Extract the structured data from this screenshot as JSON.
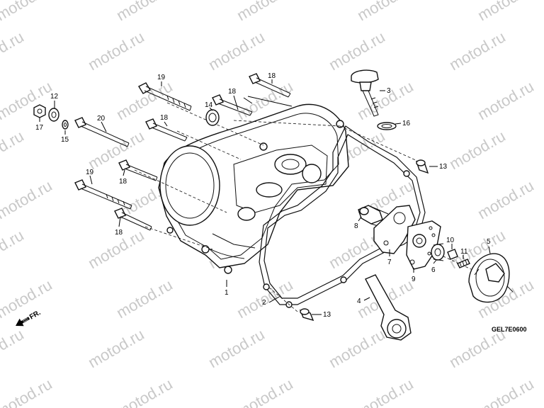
{
  "watermark": {
    "text": "motod.ru",
    "color": "#c9c9c9"
  },
  "diagram_code": "GEL7E0600",
  "front_indicator": {
    "label": "FR.",
    "icon": "front-arrow-icon"
  },
  "callouts": {
    "c1": "1",
    "c2": "2",
    "c3": "3",
    "c4": "4",
    "c5": "5",
    "c6": "6",
    "c7": "7",
    "c8": "8",
    "c9": "9",
    "c10": "10",
    "c11": "11",
    "c12": "12",
    "c13a": "13",
    "c13b": "13",
    "c14": "14",
    "c15": "15",
    "c16": "16",
    "c17": "17",
    "c18a": "18",
    "c18b": "18",
    "c18c": "18",
    "c18d": "18",
    "c18e": "18",
    "c19a": "19",
    "c19b": "19",
    "c20": "20"
  }
}
